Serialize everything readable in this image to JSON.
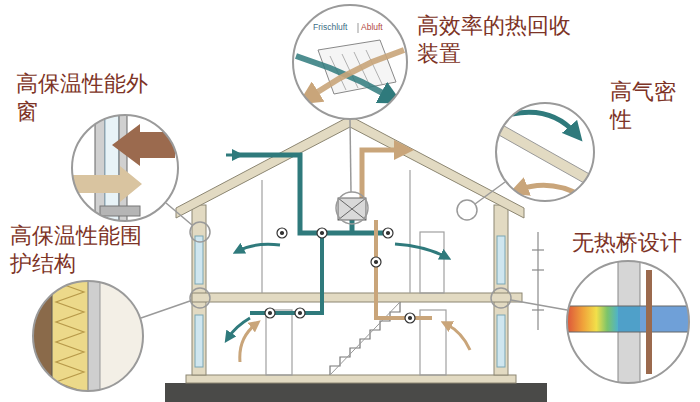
{
  "diagram": {
    "nodes": [
      {
        "text": [
          "高效率的热回收装置",
          "Frischluft",
          "Abluft"
        ]
      },
      {
        "text": [
          "高保温性能外窗"
        ]
      },
      {
        "text": [
          "高气密性"
        ]
      },
      {
        "text": [
          "高保温性能围护结构"
        ]
      },
      {
        "text": [
          "无热桥设计"
        ]
      }
    ]
  }
}
